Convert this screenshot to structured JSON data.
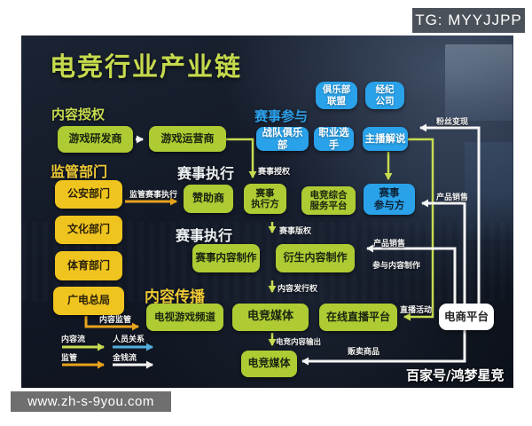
{
  "title": "电竞行业产业链",
  "watermarks": {
    "tg": "TG: MYYJJPP",
    "site": "www.zh-s-9you.com",
    "credit": "百家号/鸿梦星竞"
  },
  "headers": {
    "content_auth": "内容授权",
    "regulator": "监管部门",
    "event_participation": "赛事参与",
    "event_exec_1": "赛事执行",
    "event_exec_2": "赛事执行",
    "content_spread": "内容传播"
  },
  "boxes": {
    "dev": "游戏研发商",
    "operator": "游戏运营商",
    "police": "公安部门",
    "culture": "文化部门",
    "sports": "体育部门",
    "sarft": "广电总局",
    "club_union": "俱乐部\n联盟",
    "agency": "经纪\n公司",
    "team_club": "战队俱乐部",
    "pro_player": "职业选手",
    "streamer": "主播解说",
    "sponsor": "赞助商",
    "exec_party": "赛事\n执行方",
    "service_platform": "电竞综合\n服务平台",
    "participant": "赛事\n参与方",
    "event_content": "赛事内容制作",
    "derivative_content": "衍生内容制作",
    "tv_channel": "电视游戏频道",
    "media1": "电竞媒体",
    "live_platform": "在线直播平台",
    "ecommerce": "电商平台",
    "media2": "电竞媒体"
  },
  "labels": {
    "regulate_exec": "监管赛事执行",
    "event_auth": "赛事授权",
    "event_copyright": "赛事版权",
    "content_dist": "内容发行权",
    "content_regulation": "内容监管",
    "fan_monetize": "粉丝变现",
    "product_sales_1": "产品销售",
    "product_sales_2": "产品销售",
    "participate_content": "参与内容制作",
    "live_activity": "直播活动",
    "content_output": "电竞内容输出",
    "sell_goods": "贩卖商品"
  },
  "legend": {
    "content_flow": "内容流",
    "personnel": "人员关系",
    "regulation": "监管",
    "money_flow": "金钱流"
  },
  "colors": {
    "box_green": "#aecb33",
    "box_yellow": "#f0c41f",
    "box_blue": "#29a2ea",
    "box_white": "#ffffff",
    "title_green": "#c6da4d",
    "header_yellow": "#eec937",
    "header_blue": "#2da0ea",
    "arrow_green": "#c8dc50",
    "arrow_orange": "#e8a41c",
    "arrow_blue": "#52aede",
    "arrow_white": "#f5f5f5",
    "photo_background": "#131a24"
  }
}
